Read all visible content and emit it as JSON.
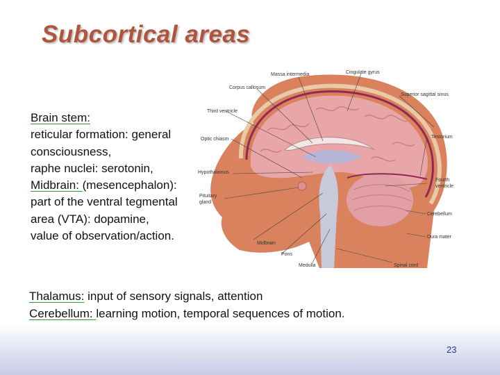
{
  "slide": {
    "title": "Subcortical areas",
    "page_number": "23"
  },
  "left_text": {
    "brain_stem_heading": "Brain stem:",
    "brain_stem_line1": "reticular formation: general",
    "brain_stem_line2": "consciousness,",
    "brain_stem_line3": "raphe nuclei: serotonin,",
    "midbrain_heading": "Midbrain: ",
    "midbrain_rest": "(mesencephalon):",
    "midbrain_line2": "part of the ventral tegmental",
    "midbrain_line3": "area (VTA): dopamine,",
    "midbrain_line4": "value of observation/action."
  },
  "bottom_text": {
    "thalamus_heading": "Thalamus:",
    "thalamus_rest": " input of sensory signals, attention",
    "cerebellum_heading": "Cerebellum: ",
    "cerebellum_rest": "learning motion, temporal sequences of motion."
  },
  "figure": {
    "labels": {
      "massa_intermedia": "Massa intermedia",
      "cingulate_gyrus": "Cingulate gyrus",
      "corpus_callosum": "Corpus callosum",
      "superior_sagittal_sinus": "Superior sagittal sinus",
      "third_ventricle": "Third ventricle",
      "optic_chiasm": "Optic chiasm",
      "tentorium": "Tentorium",
      "hypothalamus": "Hypothalamus",
      "fourth_ventricle_1": "Fourth",
      "fourth_ventricle_2": "ventricle",
      "pituitary_gland_1": "Pituitary",
      "pituitary_gland_2": "gland",
      "cerebellum": "Cerebellum",
      "dura_mater": "Dura mater",
      "midbrain": "Midbrain",
      "pons": "Pons",
      "medulla": "Medulla",
      "spinal_cord": "Spinal cord"
    },
    "colors": {
      "brain": "#e8a6a8",
      "tissue": "#d9825d",
      "brainstem": "#c9c9dc",
      "dura": "#8e2a55"
    }
  }
}
